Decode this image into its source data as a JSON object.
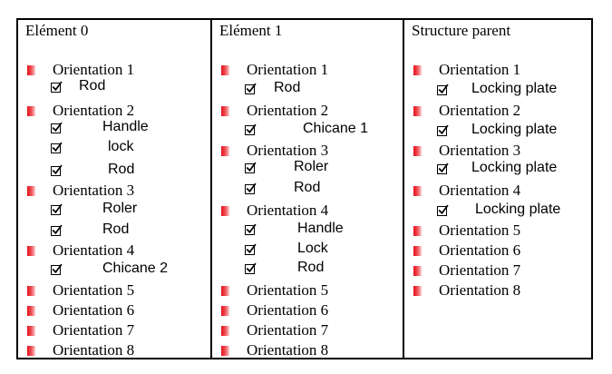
{
  "columns": [
    {
      "title": "Elément 0",
      "rows": [
        {
          "kind": "ori",
          "text": "Orientation 1"
        },
        {
          "kind": "sub",
          "text": "Rod"
        },
        {
          "kind": "ori",
          "text": "Orientation 2"
        },
        {
          "kind": "sub",
          "text": "Handle"
        },
        {
          "kind": "sub",
          "text": "lock"
        },
        {
          "kind": "sub",
          "text": "Rod"
        },
        {
          "kind": "ori",
          "text": "Orientation 3"
        },
        {
          "kind": "sub",
          "text": "Roler"
        },
        {
          "kind": "sub",
          "text": "Rod"
        },
        {
          "kind": "ori",
          "text": "Orientation 4"
        },
        {
          "kind": "sub",
          "text": "Chicane 2"
        },
        {
          "kind": "ori",
          "text": "Orientation 5"
        },
        {
          "kind": "ori",
          "text": "Orientation 6"
        },
        {
          "kind": "ori",
          "text": "Orientation 7"
        },
        {
          "kind": "ori",
          "text": "Orientation 8"
        }
      ]
    },
    {
      "title": "Elément 1",
      "rows": [
        {
          "kind": "ori",
          "text": "Orientation 1"
        },
        {
          "kind": "sub",
          "text": "Rod"
        },
        {
          "kind": "ori",
          "text": "Orientation 2"
        },
        {
          "kind": "sub",
          "text": "Chicane 1"
        },
        {
          "kind": "ori",
          "text": "Orientation 3"
        },
        {
          "kind": "sub",
          "text": "Roler"
        },
        {
          "kind": "sub",
          "text": "Rod"
        },
        {
          "kind": "ori",
          "text": "Orientation 4"
        },
        {
          "kind": "sub",
          "text": "Handle"
        },
        {
          "kind": "sub",
          "text": "Lock"
        },
        {
          "kind": "sub",
          "text": "Rod"
        },
        {
          "kind": "ori",
          "text": "Orientation 5"
        },
        {
          "kind": "ori",
          "text": "Orientation 6"
        },
        {
          "kind": "ori",
          "text": "Orientation 7"
        },
        {
          "kind": "ori",
          "text": "Orientation 8"
        }
      ]
    },
    {
      "title": "Structure parent",
      "rows": [
        {
          "kind": "ori",
          "text": "Orientation 1"
        },
        {
          "kind": "sub",
          "text": "Locking plate"
        },
        {
          "kind": "ori",
          "text": "Orientation 2"
        },
        {
          "kind": "sub",
          "text": "Locking plate"
        },
        {
          "kind": "ori",
          "text": "Orientation 3"
        },
        {
          "kind": "sub",
          "text": "Locking plate"
        },
        {
          "kind": "ori",
          "text": "Orientation 4"
        },
        {
          "kind": "sub",
          "text": "Locking plate"
        },
        {
          "kind": "ori",
          "text": "Orientation 5"
        },
        {
          "kind": "ori",
          "text": "Orientation 6"
        },
        {
          "kind": "ori",
          "text": "Orientation 7"
        },
        {
          "kind": "ori",
          "text": "Orientation 8"
        }
      ]
    }
  ]
}
